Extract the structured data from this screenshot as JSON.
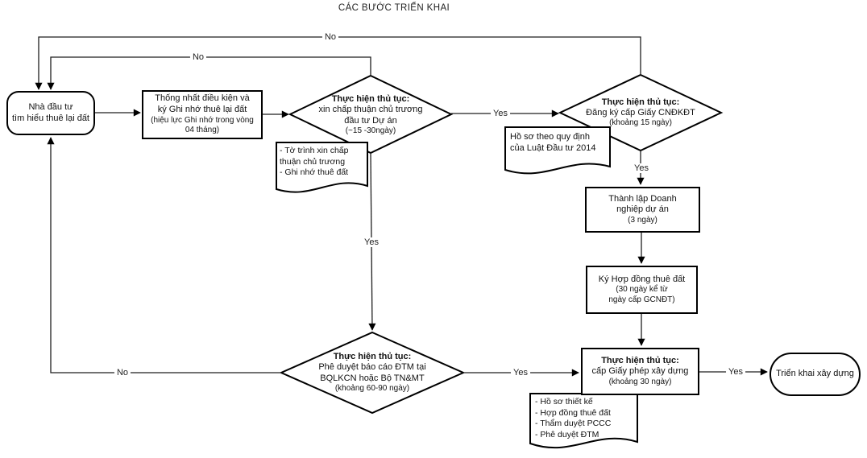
{
  "title": "CÁC BƯỚC TRIỂN KHAI",
  "nodes": {
    "start": {
      "text": "Nhà đầu tư\ntìm hiểu thuê lại đất"
    },
    "mou": {
      "text": "Thống nhất điều kiện và\nký Ghi nhớ thuê lại đất",
      "note": "(hiệu lực Ghi nhớ trong vòng\n04 tháng)"
    },
    "approval": {
      "title": "Thực hiện thủ tục:",
      "text": "xin chấp thuận chủ trương\nđầu tư Dự án",
      "note": "(~15 -30ngày)"
    },
    "doc_approval": {
      "text": "- Tờ trình xin chấp\nthuận chủ trương\n- Ghi nhớ thuê đất"
    },
    "irc": {
      "title": "Thực hiện thủ tục:",
      "text": "Đăng ký cấp Giấy CNĐKĐT",
      "note": "(khoảng 15 ngày)"
    },
    "doc_irc": {
      "text": "Hồ sơ theo quy định\ncủa Luật Đầu tư 2014"
    },
    "company": {
      "text": "Thành lập Doanh\nnghiệp dự án",
      "note": "(3 ngày)"
    },
    "lease": {
      "text": "Ký Hợp đồng thuê đất",
      "note": "(30 ngày kể từ\nngày cấp GCNĐT)"
    },
    "eia": {
      "title": "Thực hiện thủ tục:",
      "text": "Phê duyệt báo cáo ĐTM tại\nBQLKCN hoặc Bộ TN&MT",
      "note": "(khoảng 60-90 ngày)"
    },
    "permit": {
      "title": "Thực hiện thủ tục:",
      "text": "cấp Giấy phép xây dựng",
      "note": "(khoảng 30 ngày)"
    },
    "doc_permit": {
      "text": "- Hồ sơ thiết kế\n- Hợp đồng thuê đất\n- Thẩm duyệt PCCC\n- Phê duyệt ĐTM"
    },
    "end": {
      "text": "Triển khai xây dựng"
    }
  },
  "edge_labels": {
    "approval_yes": "Yes",
    "approval_no": "No",
    "irc_no": "No",
    "approval_down_yes": "Yes",
    "irc_down_yes": "Yes",
    "eia_no": "No",
    "eia_yes": "Yes",
    "permit_yes": "Yes"
  },
  "colors": {
    "line": "#1f1f1f",
    "border": "#000000",
    "background": "#ffffff"
  }
}
